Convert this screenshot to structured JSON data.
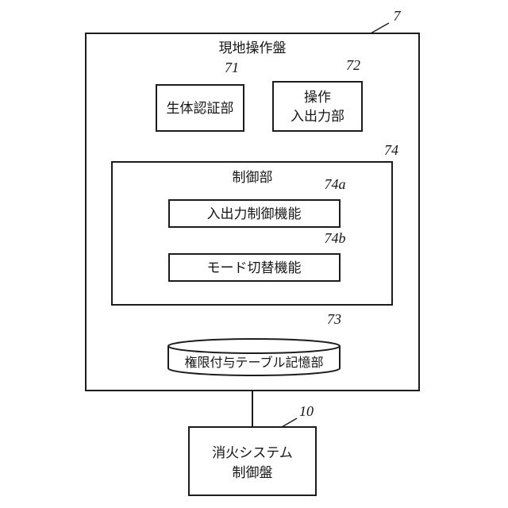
{
  "diagram": {
    "outer": {
      "label": "現地操作盤",
      "ref": "7"
    },
    "biometric": {
      "label": "生体認証部",
      "ref": "71"
    },
    "operation_io": {
      "line1": "操作",
      "line2": "入出力部",
      "ref": "72"
    },
    "control": {
      "label": "制御部",
      "ref": "74"
    },
    "io_control": {
      "label": "入出力制御機能",
      "ref": "74a"
    },
    "mode_switch": {
      "label": "モード切替機能",
      "ref": "74b"
    },
    "storage": {
      "label": "権限付与テーブル記憶部",
      "ref": "73"
    },
    "fire_system": {
      "line1": "消火システム",
      "line2": "制御盤",
      "ref": "10"
    }
  }
}
